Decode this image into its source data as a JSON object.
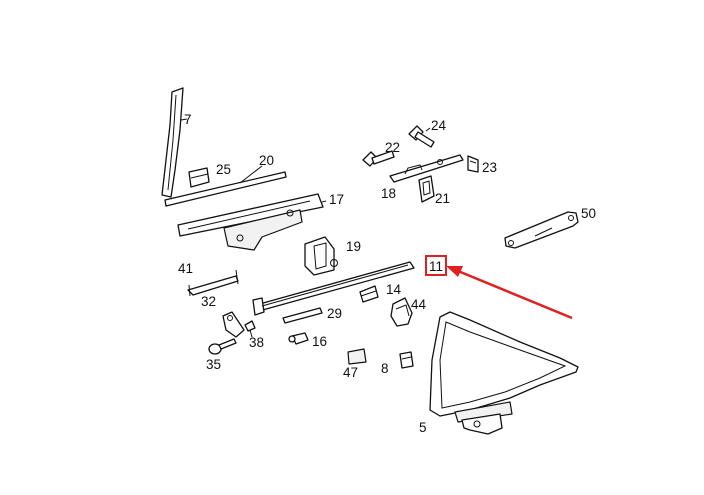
{
  "colors": {
    "highlight": "#e02020",
    "ink": "#111111",
    "background": "#ffffff"
  },
  "callouts": {
    "p5": "5",
    "p7": "7",
    "p8": "8",
    "p11": "11",
    "p14": "14",
    "p16": "16",
    "p17": "17",
    "p18": "18",
    "p19": "19",
    "p20": "20",
    "p21": "21",
    "p22": "22",
    "p23": "23",
    "p24": "24",
    "p25": "25",
    "p29": "29",
    "p32": "32",
    "p35": "35",
    "p38": "38",
    "p41": "41",
    "p44": "44",
    "p47": "47",
    "p50": "50"
  },
  "highlighted_part": "11"
}
